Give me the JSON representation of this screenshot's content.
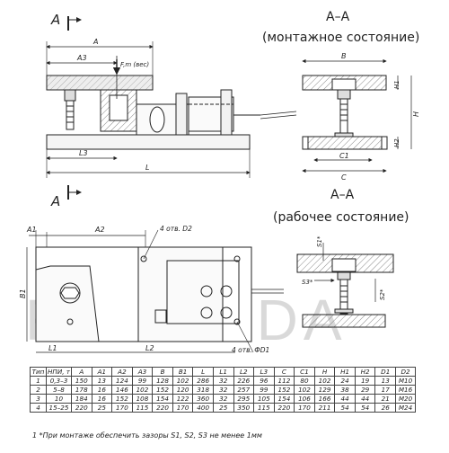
{
  "labels": {
    "section_marker": "А",
    "section_title": "А–А",
    "state_mounting": "(монтажное состояние)",
    "state_working": "(рабочее состояние)",
    "dim_A": "A",
    "dim_A1": "A1",
    "dim_A2": "A2",
    "dim_A3": "A3",
    "dim_B": "B",
    "dim_B1": "B1",
    "dim_L": "L",
    "dim_L1": "L1",
    "dim_L2": "L2",
    "dim_L3": "L3",
    "dim_C": "C",
    "dim_C1": "C1",
    "dim_H": "H",
    "dim_H1": "H1",
    "dim_H2": "H2",
    "dim_S1": "S1*",
    "dim_S2": "S2*",
    "dim_S3": "S3*",
    "force": "F,m (вес)",
    "holes_D2": "4 отв. D2",
    "holes_D1": "4 отв. ФD1",
    "watermark": "REGARDA"
  },
  "table": {
    "headers": [
      "Тип",
      "НПИ, т",
      "A",
      "A1",
      "A2",
      "A3",
      "B",
      "B1",
      "L",
      "L1",
      "L2",
      "L3",
      "C",
      "C1",
      "H",
      "H1",
      "H2",
      "D1",
      "D2"
    ],
    "rows": [
      [
        "1",
        "0,3–3",
        "150",
        "13",
        "124",
        "99",
        "128",
        "102",
        "286",
        "32",
        "226",
        "96",
        "112",
        "80",
        "102",
        "24",
        "19",
        "13",
        "M10"
      ],
      [
        "2",
        "5–8",
        "178",
        "16",
        "146",
        "102",
        "152",
        "120",
        "318",
        "32",
        "257",
        "99",
        "152",
        "102",
        "129",
        "38",
        "29",
        "17",
        "M16"
      ],
      [
        "3",
        "10",
        "184",
        "16",
        "152",
        "108",
        "154",
        "122",
        "360",
        "32",
        "295",
        "105",
        "154",
        "106",
        "166",
        "44",
        "44",
        "21",
        "M20"
      ],
      [
        "4",
        "15–25",
        "220",
        "25",
        "170",
        "115",
        "220",
        "170",
        "400",
        "25",
        "350",
        "115",
        "220",
        "170",
        "211",
        "54",
        "54",
        "26",
        "M24"
      ]
    ]
  },
  "note": "1 *При монтаже обеспечить зазоры S1, S2, S3 не менее 1мм"
}
